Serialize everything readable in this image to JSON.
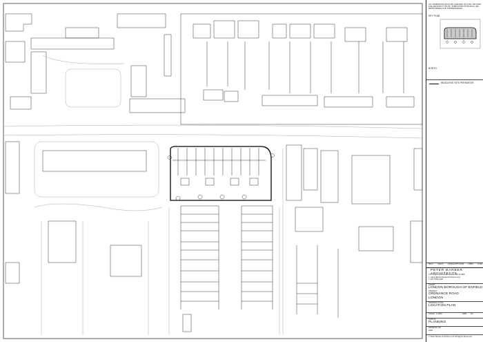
{
  "notes": {
    "general": "ALL DIMENSIONS MUST BE CHECKED ON SITE. NEITHER THE ARCHITECT OR ANY SUBCONTRACTOR SHALL BE RESPONSIBLE FOR DISCREPANCIES.",
    "key_plan_label": "KEY PLAN",
    "north_label": "NORTH",
    "legend_label": "INDICATIVE SITE PERIMETER"
  },
  "revisions": {
    "headers": [
      "REV",
      "DATE",
      "DESCRIPTION",
      "DRN",
      "CHK"
    ]
  },
  "firm": {
    "name": "PETER BARBER ARCHITECTS",
    "address": "173 Kings Cross Road London WC1X 9BZ",
    "email": "e: admin@peterbarberarchitects.com",
    "phone": "t: 020 7833 4499"
  },
  "project": {
    "client_label": "CLIENT",
    "client": "LONDON BOROUGH OF ENFIELD",
    "site_label": "PROJECT",
    "site": "ORDNANCE ROAD",
    "city": "LONDON"
  },
  "drawing": {
    "title_label": "DRAWING TITLE",
    "title": "LOCATION PLAN",
    "scale_label": "SCALE",
    "scale": "1:1250",
    "size_label": "SIZE",
    "size": "A3",
    "status_label": "STATUS",
    "status": "PLANNING",
    "number_label": "DRAWING NO",
    "number": "ORD"
  },
  "footer": "© Peter Barber Architects Ltd. All Rights Reserved."
}
